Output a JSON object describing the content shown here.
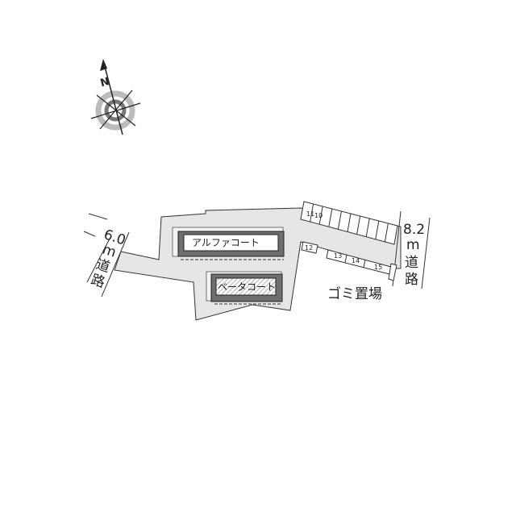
{
  "buildings": [
    {
      "name": "アルファコート"
    },
    {
      "name": "ベータコート"
    }
  ],
  "roads": {
    "left": {
      "width": "6.0",
      "unit": "m",
      "label1": "道",
      "label2": "路"
    },
    "right": {
      "width": "8.2",
      "unit": "m",
      "label1": "道",
      "label2": "路"
    }
  },
  "garbage_label": "ゴミ置場",
  "compass": {
    "north_label": "N"
  },
  "parking": {
    "upper_labels": [
      "11",
      "10"
    ],
    "lower_labels": [
      "12",
      "13",
      "14",
      "15"
    ]
  },
  "colors": {
    "ground": "#e6e6e6",
    "building_border": "#6e6e6e",
    "compass_ring": "#888888"
  }
}
